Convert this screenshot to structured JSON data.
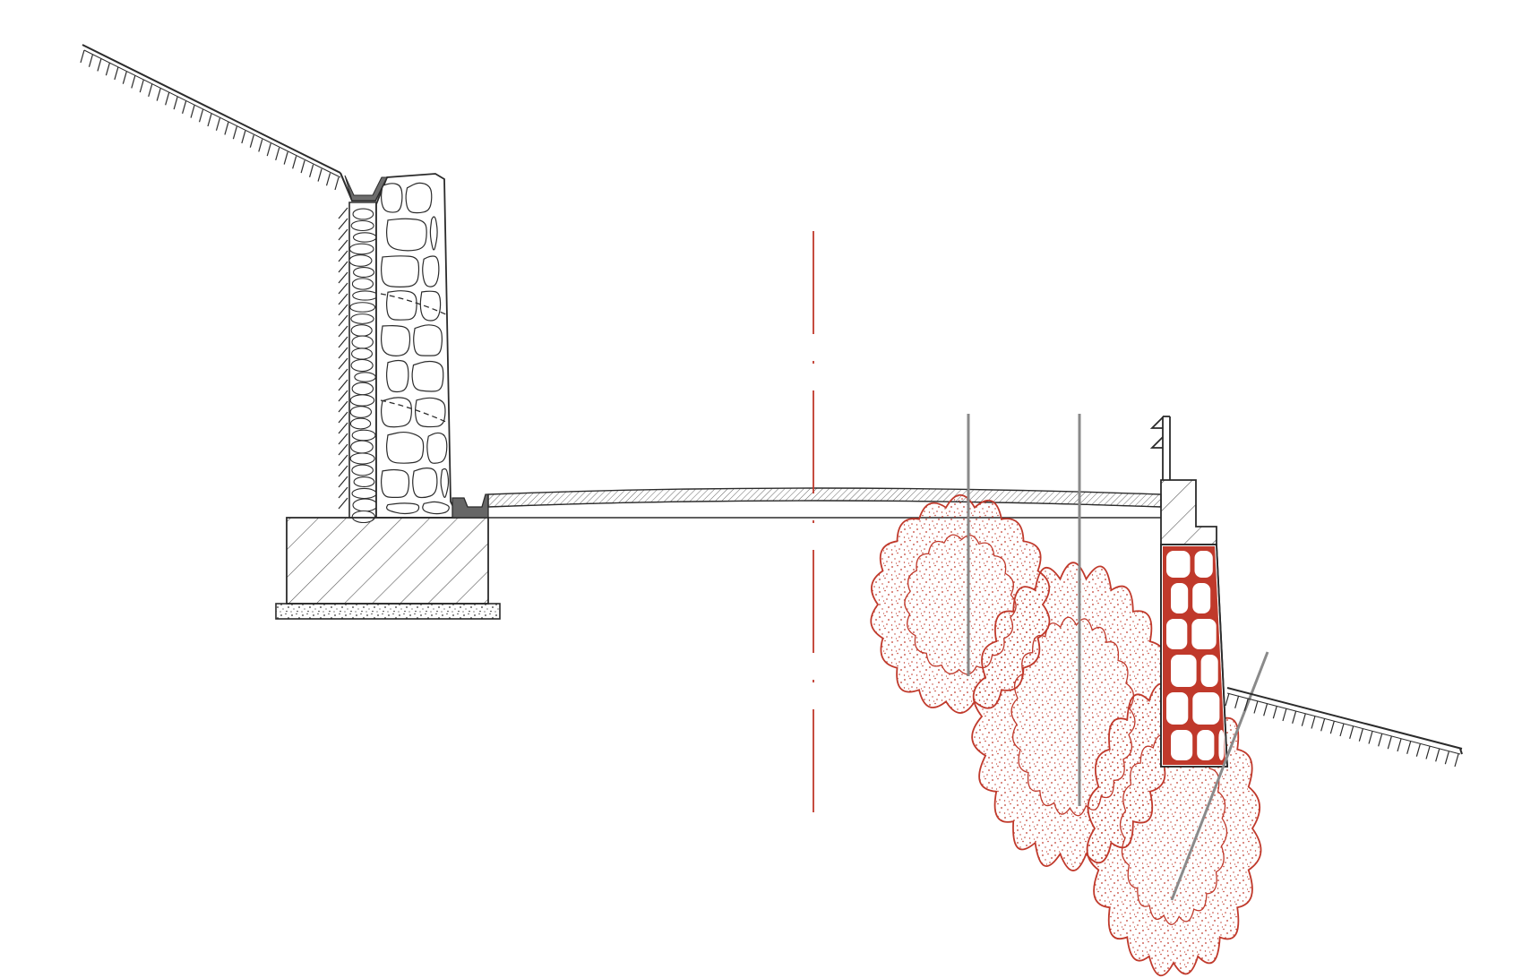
{
  "drawing": {
    "kind": "road cross-section",
    "background": "#ffffff",
    "colors": {
      "line": "#2b2b2b",
      "hatch": "#444444",
      "accent": "#c0392b",
      "anchor": "#8a8a8a",
      "curb_fill": "#666666"
    },
    "components": {
      "left_slope": "natural-ground-hatched-slope",
      "retaining_wall": "rubble-masonry-retaining-wall",
      "wall_drainage": "gravel-drainage-layer",
      "wall_footing": "concrete-footing",
      "lean_concrete": "lean-concrete-blinding",
      "carriageway": "road-pavement",
      "centerline": "road-centerline-axis",
      "guardrail": "guardrail-post",
      "right_wall": "masonry-support-wall",
      "grout_injection": "grout-injection-bulbs",
      "anchors": "ground-anchor-bars",
      "right_slope": "natural-ground-hatched-slope"
    }
  }
}
